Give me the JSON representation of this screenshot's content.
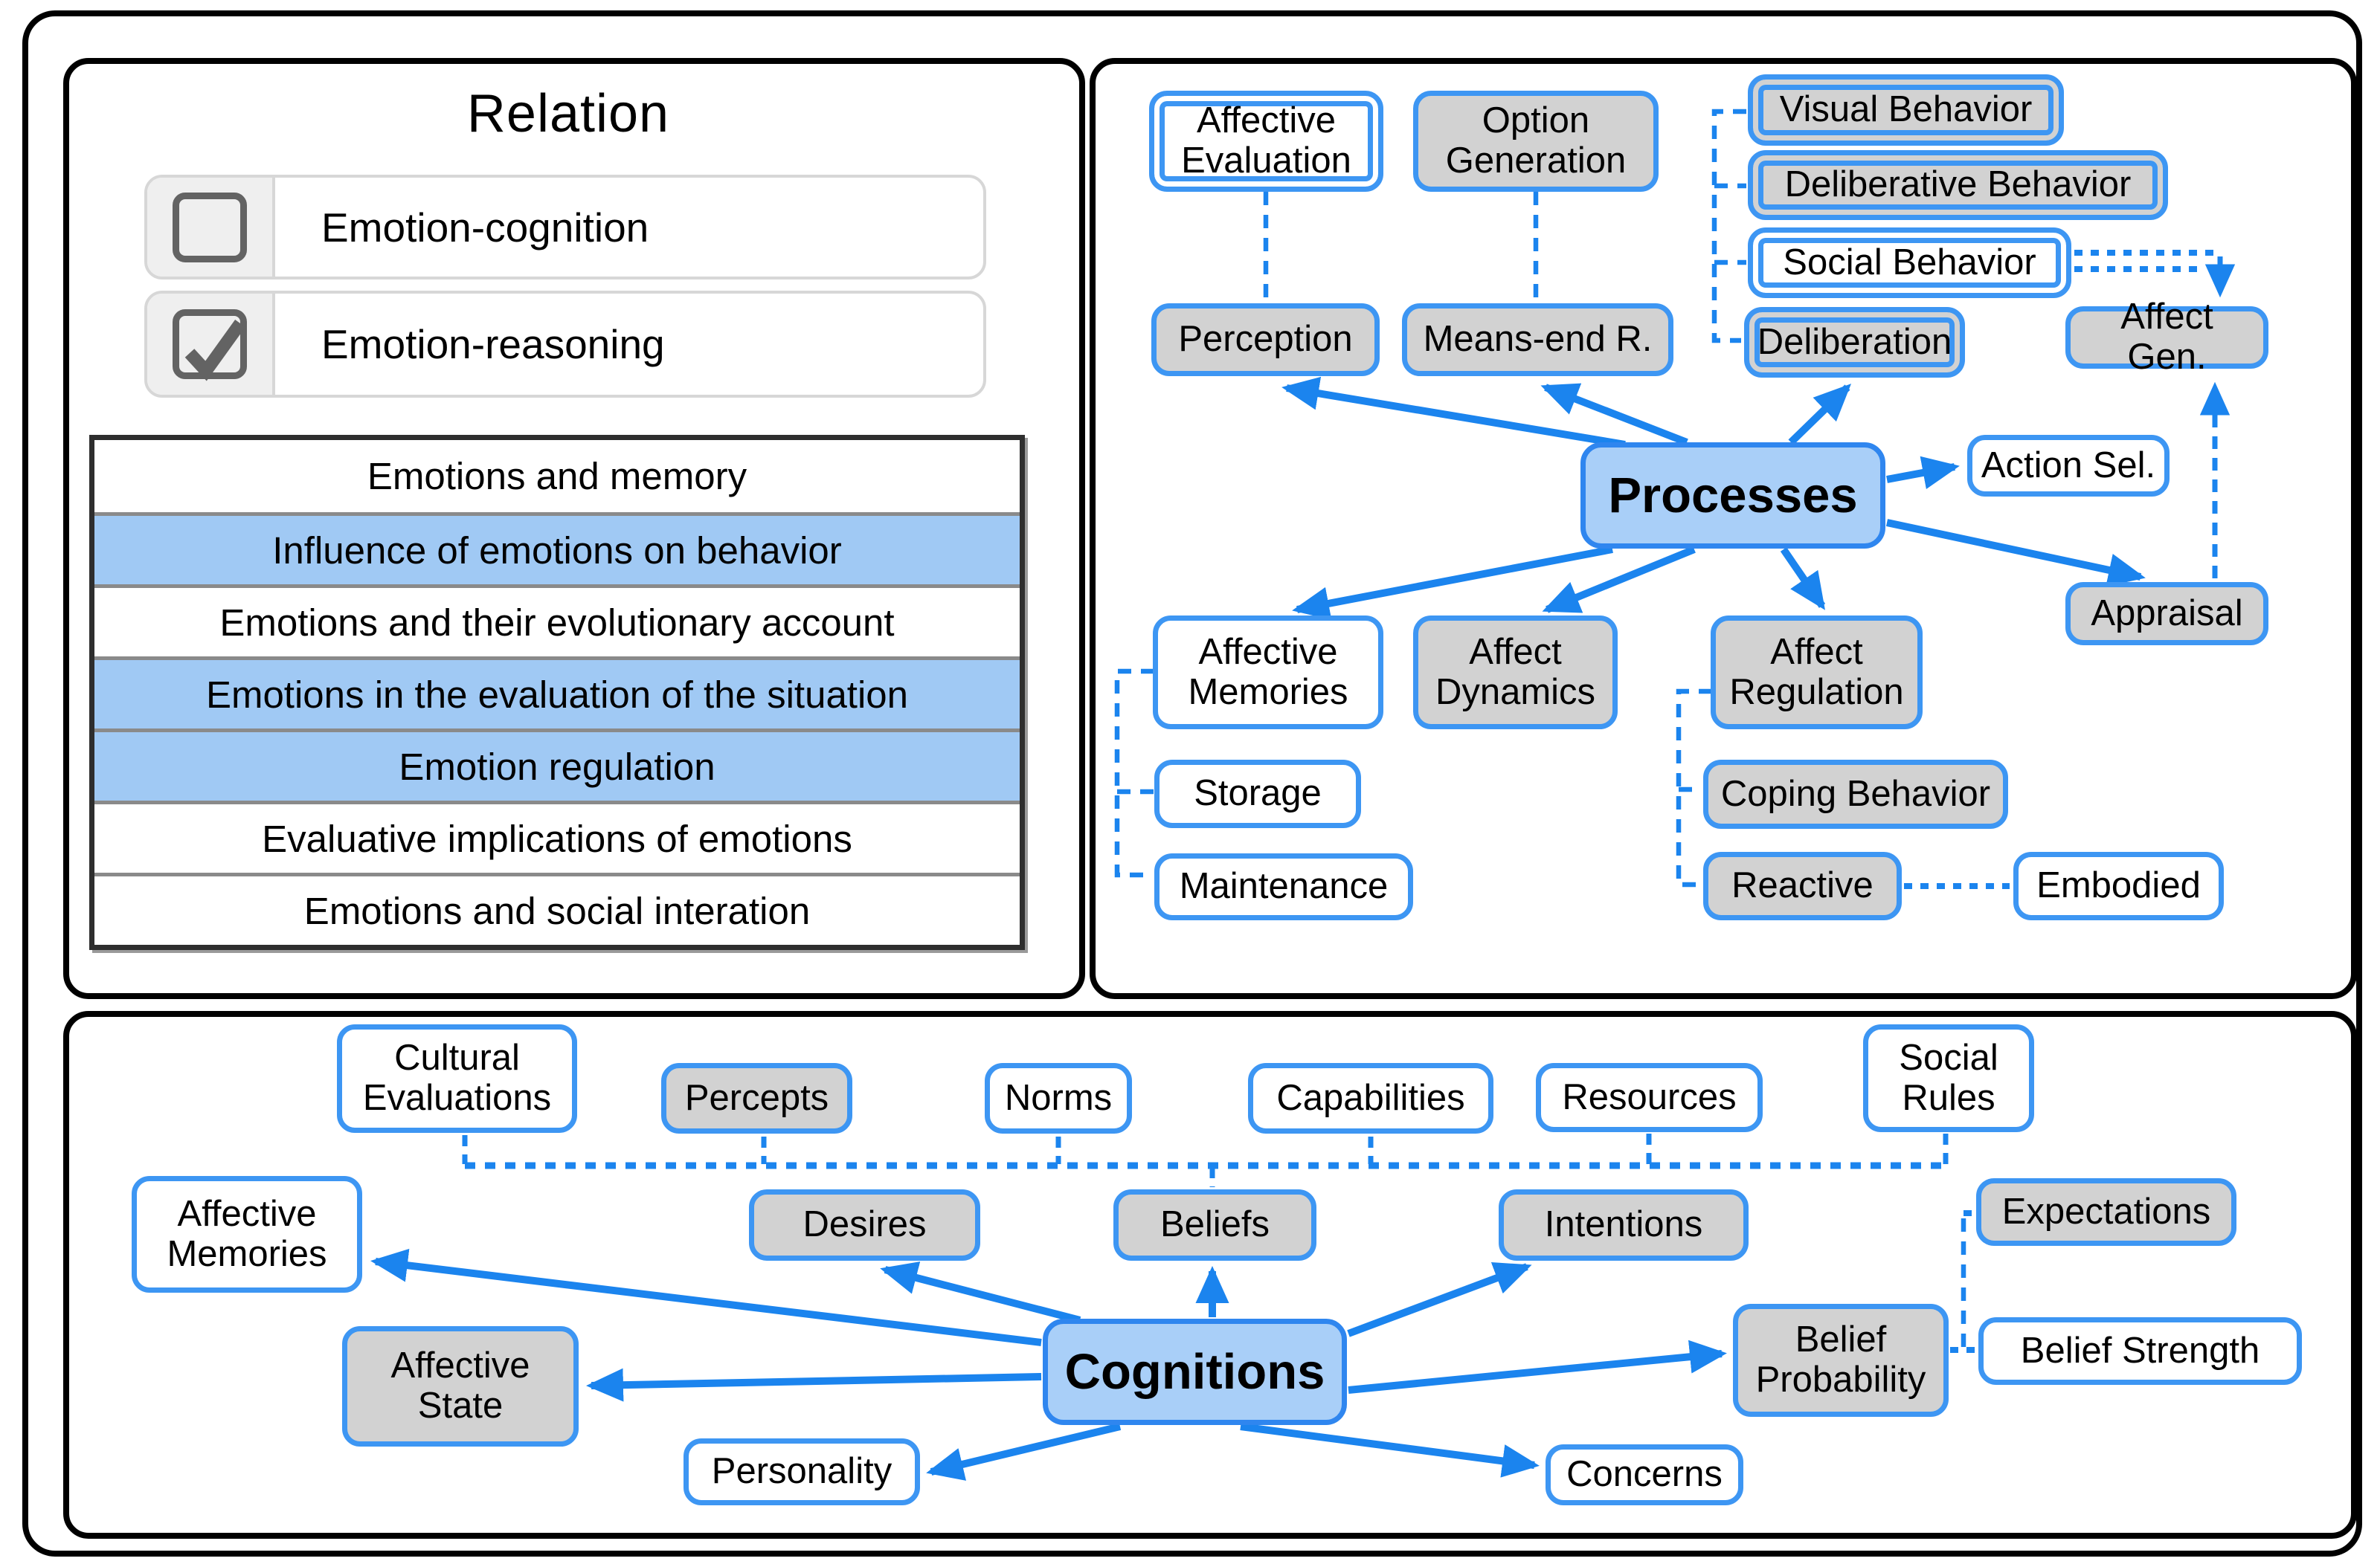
{
  "legend": {
    "title": "Relation",
    "items": [
      {
        "label": "Emotion-cognition",
        "checked": false
      },
      {
        "label": "Emotion-reasoning",
        "checked": true
      }
    ]
  },
  "topics": {
    "rows": [
      {
        "label": "Emotions and memory",
        "highlighted": false
      },
      {
        "label": "Influence of emotions on behavior",
        "highlighted": true
      },
      {
        "label": "Emotions and their evolutionary account",
        "highlighted": false
      },
      {
        "label": "Emotions in the evaluation of the situation",
        "highlighted": true
      },
      {
        "label": "Emotion regulation",
        "highlighted": true
      },
      {
        "label": "Evaluative implications of emotions",
        "highlighted": false
      },
      {
        "label": "Emotions and social interation",
        "highlighted": false
      }
    ]
  },
  "processes_panel": {
    "center": "Processes",
    "nodes": {
      "affective_evaluation": "Affective\nEvaluation",
      "option_generation": "Option\nGeneration",
      "visual_behavior": "Visual Behavior",
      "deliberative_behavior": "Deliberative Behavior",
      "social_behavior": "Social Behavior",
      "deliberation": "Deliberation",
      "affect_gen": "Affect Gen.",
      "perception": "Perception",
      "means_end": "Means-end R.",
      "action_sel": "Action Sel.",
      "appraisal": "Appraisal",
      "affective_memories": "Affective\nMemories",
      "affect_dynamics": "Affect\nDynamics",
      "affect_regulation": "Affect\nRegulation",
      "storage": "Storage",
      "maintenance": "Maintenance",
      "coping_behavior": "Coping Behavior",
      "reactive": "Reactive",
      "embodied": "Embodied"
    },
    "relations": {
      "solid_arrows_from_center": [
        "Perception",
        "Means-end R.",
        "Deliberation",
        "Action Sel.",
        "Appraisal",
        "Affective Memories",
        "Affect Dynamics",
        "Affect Regulation"
      ],
      "dashed_links": [
        [
          "Affective Evaluation",
          "Perception"
        ],
        [
          "Option Generation",
          "Means-end R."
        ],
        [
          "Visual Behavior",
          "Deliberation"
        ],
        [
          "Deliberative Behavior",
          "Deliberation"
        ],
        [
          "Social Behavior",
          "Deliberation"
        ],
        [
          "Social Behavior",
          "Affect Gen."
        ],
        [
          "Appraisal",
          "Affect Gen."
        ],
        [
          "Affective Memories",
          "Storage"
        ],
        [
          "Affective Memories",
          "Maintenance"
        ],
        [
          "Affect Regulation",
          "Coping Behavior"
        ],
        [
          "Affect Regulation",
          "Reactive"
        ],
        [
          "Reactive",
          "Embodied"
        ]
      ]
    }
  },
  "cognitions_panel": {
    "center": "Cognitions",
    "nodes": {
      "cultural_evaluations": "Cultural\nEvaluations",
      "percepts": "Percepts",
      "norms": "Norms",
      "capabilities": "Capabilities",
      "resources": "Resources",
      "social_rules": "Social\nRules",
      "affective_memories": "Affective\nMemories",
      "desires": "Desires",
      "beliefs": "Beliefs",
      "intentions": "Intentions",
      "expectations": "Expectations",
      "affective_state": "Affective\nState",
      "belief_probability": "Belief\nProbability",
      "belief_strength": "Belief Strength",
      "personality": "Personality",
      "concerns": "Concerns"
    },
    "relations": {
      "solid_arrows_from_center": [
        "Affective Memories",
        "Affective State",
        "Desires",
        "Beliefs",
        "Intentions",
        "Belief Probability",
        "Personality",
        "Concerns"
      ],
      "dashed_links": [
        [
          "Cultural Evaluations",
          "Beliefs"
        ],
        [
          "Percepts",
          "Beliefs"
        ],
        [
          "Norms",
          "Beliefs"
        ],
        [
          "Capabilities",
          "Beliefs"
        ],
        [
          "Resources",
          "Beliefs"
        ],
        [
          "Social Rules",
          "Beliefs"
        ],
        [
          "Belief Probability",
          "Expectations"
        ],
        [
          "Belief Probability",
          "Belief Strength"
        ]
      ]
    }
  },
  "colors": {
    "line_blue": "#1b84ee",
    "box_border_blue": "#3d96f3",
    "center_fill": "#a9cff8",
    "gray_fill": "#d2d2d2",
    "table_highlight": "#a0c9f4"
  }
}
